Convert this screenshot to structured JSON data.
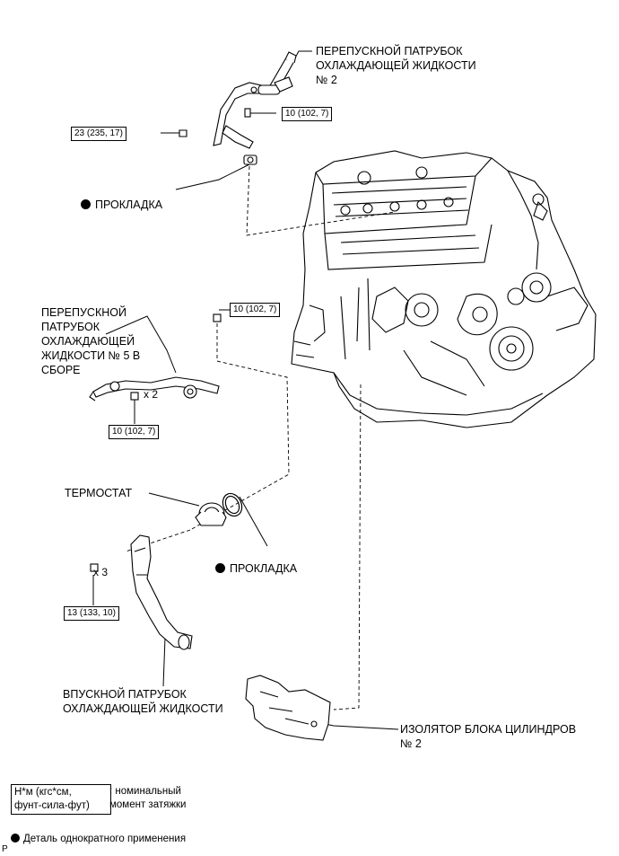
{
  "labels": {
    "bypass_pipe_2": "ПЕРЕПУСКНОЙ ПАТРУБОК\nОХЛАЖДАЮЩЕЙ ЖИДКОСТИ\n№ 2",
    "gasket_top": "ПРОКЛАДКА",
    "bypass_pipe_5": "ПЕРЕПУСКНОЙ\nПАТРУБОК\nОХЛАЖДАЮЩЕЙ\nЖИДКОСТИ № 5 В\nСБОРЕ",
    "thermostat": "ТЕРМОСТАТ",
    "gasket_bottom": "ПРОКЛАДКА",
    "inlet_pipe": "ВПУСКНОЙ ПАТРУБОК\nОХЛАЖДАЮЩЕЙ ЖИДКОСТИ",
    "insulator": "ИЗОЛЯТОР БЛОКА ЦИЛИНДРОВ\n№ 2"
  },
  "torques": {
    "t1": "23 (235, 17)",
    "t2": "10 (102, 7)",
    "t3": "10 (102, 7)",
    "t4": "10 (102, 7)",
    "t5": "13 (133, 10)"
  },
  "multipliers": {
    "m1": "x 2",
    "m2": "x 3"
  },
  "legend": {
    "unit_box": "Н*м (кгс*см,\nфунт-сила-фут)",
    "unit_desc": ": номинальный\nмомент затяжки",
    "single_use": "Деталь однократного применения"
  },
  "corner_mark": "P"
}
